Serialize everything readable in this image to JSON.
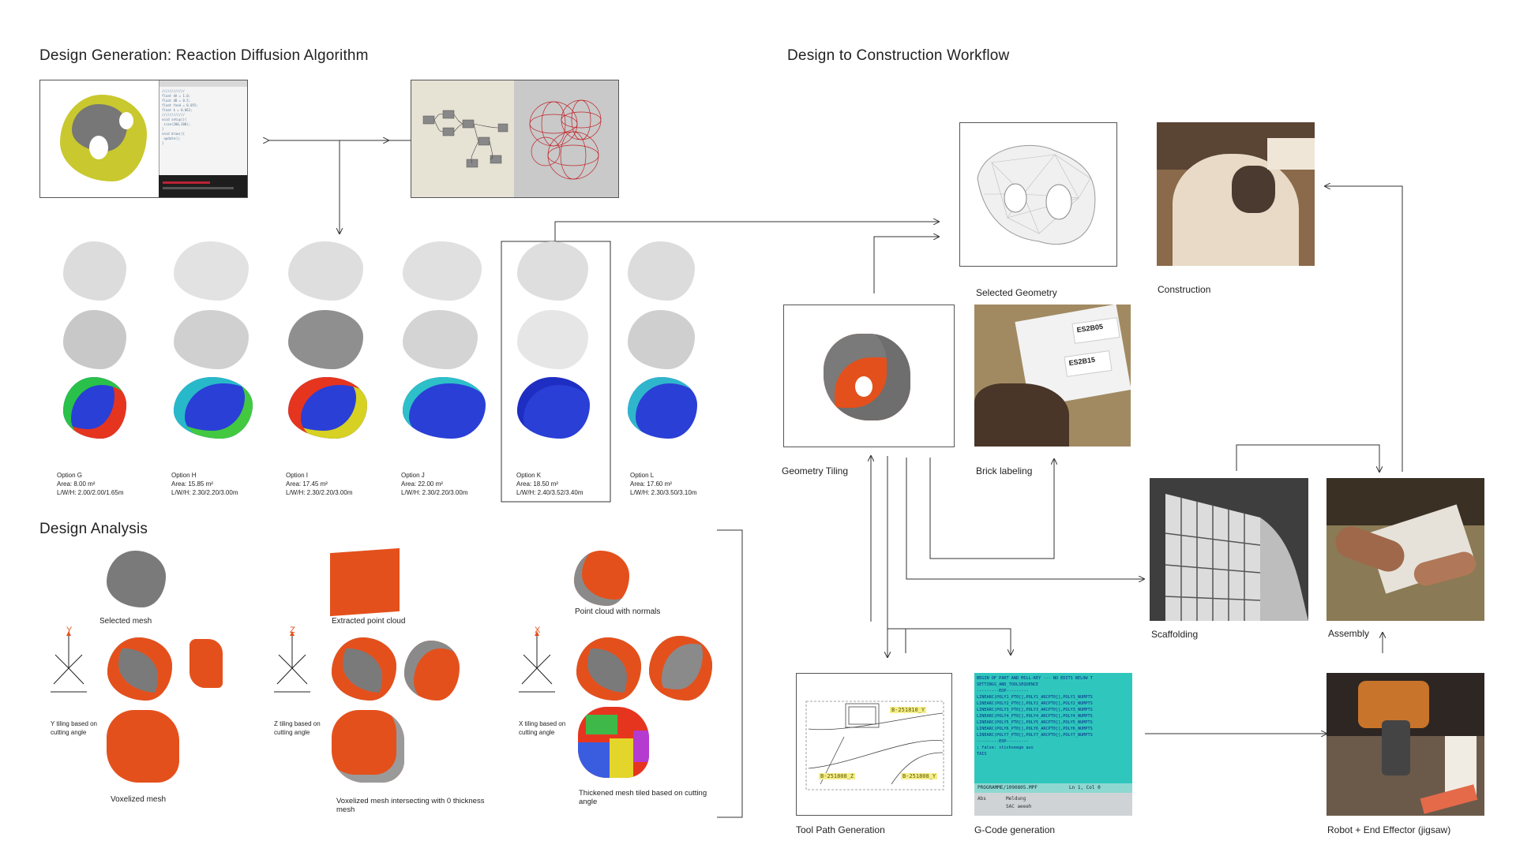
{
  "headings": {
    "generation": "Design Generation: Reaction Diffusion Algorithm",
    "analysis": "Design Analysis",
    "workflow": "Design to Construction Workflow"
  },
  "options": [
    {
      "label": "Option G",
      "area": "Area: 8.00 m²",
      "dims": "L/W/H: 2.00/2.00/1.65m"
    },
    {
      "label": "Option H",
      "area": "Area: 15.85 m²",
      "dims": "L/W/H: 2.30/2.20/3.00m"
    },
    {
      "label": "Option I",
      "area": "Area: 17.45 m²",
      "dims": "L/W/H: 2.30/2.20/3.00m"
    },
    {
      "label": "Option J",
      "area": "Area: 22.00 m²",
      "dims": "L/W/H: 2.30/2.20/3.00m"
    },
    {
      "label": "Option K",
      "area": "Area: 18.50 m²",
      "dims": "L/W/H: 2.40/3.52/3.40m"
    },
    {
      "label": "Option L",
      "area": "Area: 17.60 m²",
      "dims": "L/W/H: 2.30/3.50/3.10m"
    }
  ],
  "analysis": {
    "selected_mesh": "Selected mesh",
    "extracted_point_cloud": "Extracted point cloud",
    "point_cloud_normals": "Point cloud with normals",
    "y_axis": "Y",
    "z_axis": "Z",
    "x_axis": "X",
    "y_tiling": "Y tiling based on cutting angle",
    "z_tiling": "Z tiling based on cutting angle",
    "x_tiling": "X tiling based on cutting angle",
    "voxelized_mesh": "Voxelized mesh",
    "voxelized_intersect": "Voxelized mesh intersecting with 0 thickness mesh",
    "thickened_mesh": "Thickened mesh tiled based on cutting angle"
  },
  "workflow": {
    "selected_geometry": "Selected Geometry",
    "construction": "Construction",
    "geometry_tiling": "Geometry Tiling",
    "brick_labeling": "Brick labeling",
    "scaffolding": "Scaffolding",
    "assembly": "Assembly",
    "tool_path": "Tool Path Generation",
    "gcode": "G-Code generation",
    "robot": "Robot + End Effector (jigsaw)"
  },
  "tool_path_labels": {
    "top_right": "B-251810_Y",
    "bottom_left": "B-251808_Z",
    "bottom_right": "B-251808_Y"
  },
  "brick_tags": {
    "tag1": "ES2B05",
    "tag2": "ES2B15"
  },
  "gcode_lines": [
    "BEGIN OF PART AND MILL-KEY --- NO EDITS BELOW T",
    "SETTINGS_AND_TOOLSEQUENCE",
    "---------EOP---------",
    "LINEARC(POLY1_PT0[],POLY1_ARCPT0[],POLY1_NUMPTS",
    "LINEARC(POLY2_PT0[],POLY2_ARCPT0[],POLY2_NUMPTS",
    "LINEARC(POLY3_PT0[],POLY3_ARCPT0[],POLY3_NUMPTS",
    "LINEARC(POLY4_PT0[],POLY4_ARCPT0[],POLY4_NUMPTS",
    "LINEARC(POLY5_PT0[],POLY5_ARCPT0[],POLY5_NUMPTS",
    "LINEARC(POLY6_PT0[],POLY6_ARCPT0[],POLY6_NUMPTS",
    "LINEARC(POLY7_PT0[],POLY7_ARCPT0[],POLY7_NUMPTS",
    "---------EOP---------",
    "; false: stichseege aus",
    "TAIS"
  ],
  "gcode_status": {
    "file": "PROGRAMME/1090805.MPF",
    "position": "Ln 1, Col 0",
    "row1_left": "Abs",
    "row1_right": "Meldung",
    "row2": "SAC aeeeh"
  },
  "colors": {
    "orange": "#e4501c",
    "gray_mesh": "#7a7a7a",
    "heat_blue": "#2a3fd6",
    "gcode_bg": "#2fc7bd"
  }
}
